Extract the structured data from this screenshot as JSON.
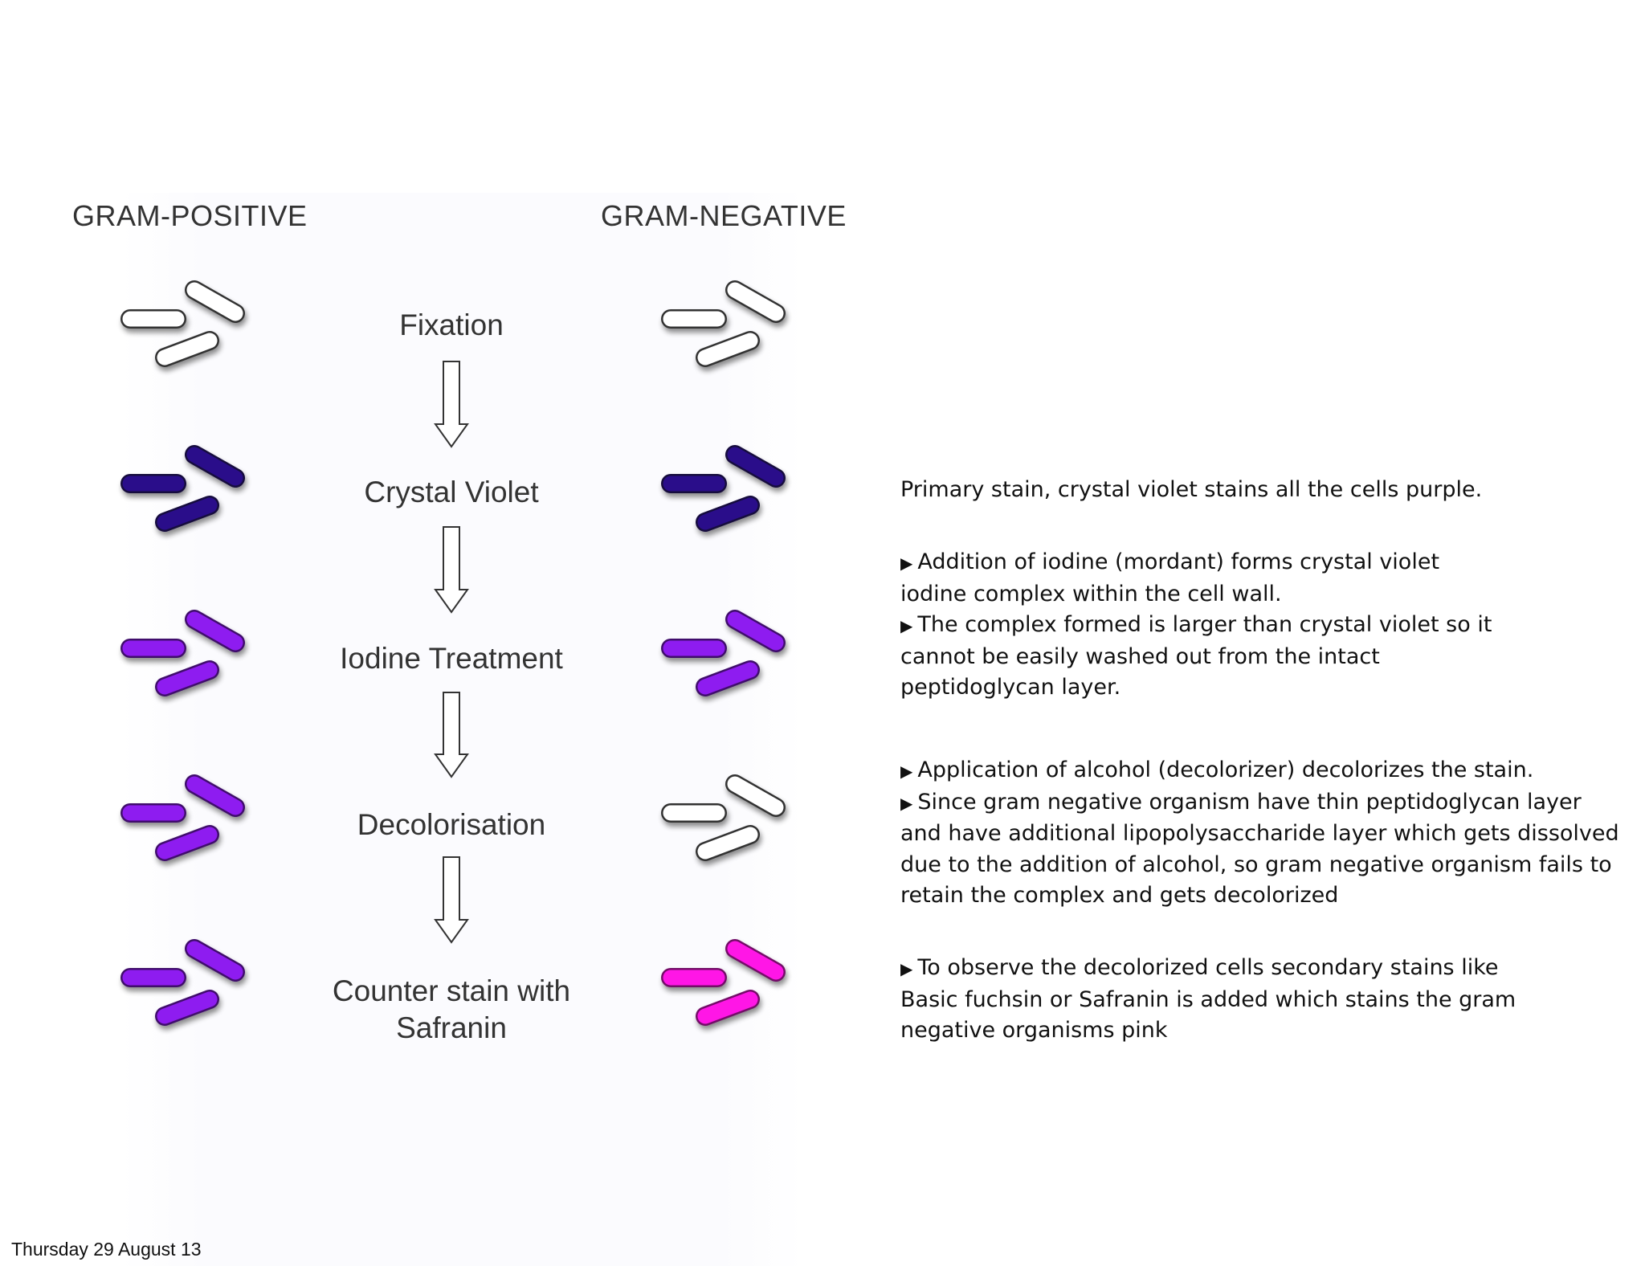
{
  "headers": {
    "gram_positive": "GRAM-POSITIVE",
    "gram_negative": "GRAM-NEGATIVE"
  },
  "steps": [
    {
      "label": "Fixation",
      "positive_color": "#ffffff",
      "negative_color": "#ffffff"
    },
    {
      "label": "Crystal Violet",
      "positive_color": "#2a0f8a",
      "negative_color": "#2a0f8a"
    },
    {
      "label": "Iodine Treatment",
      "positive_color": "#8e1ff0",
      "negative_color": "#8e1ff0"
    },
    {
      "label": "Decolorisation",
      "positive_color": "#8e1ff0",
      "negative_color": "#ffffff"
    },
    {
      "label": "Counter stain with Safranin",
      "label_line1": "Counter stain with",
      "label_line2": "Safranin",
      "positive_color": "#8e1ff0",
      "negative_color": "#ff18e6"
    }
  ],
  "notes": {
    "primary": "Primary stain, crystal violet stains all the cells purple.",
    "iodine_1": "Addition of iodine (mordant) forms crystal violet iodine complex within the cell wall.",
    "iodine_2": "The complex formed is larger than crystal violet so it cannot be easily washed out from the intact peptidoglycan layer.",
    "alcohol_1": "Application of alcohol (decolorizer) decolorizes the stain.",
    "alcohol_2": "Since gram negative organism have thin peptidoglycan layer and have additional lipopolysaccharide layer which gets dissolved due to the addition of alcohol, so gram negative organism fails to retain the complex and gets decolorized",
    "counter": "To observe the decolorized cells secondary stains like Basic fuchsin or Safranin is added which stains the gram negative organisms pink"
  },
  "footer": {
    "date": "Thursday 29 August 13"
  },
  "icons": {
    "bullet": "▶",
    "bacteria": "rod-bacteria-icon",
    "arrow": "down-arrow-icon"
  }
}
